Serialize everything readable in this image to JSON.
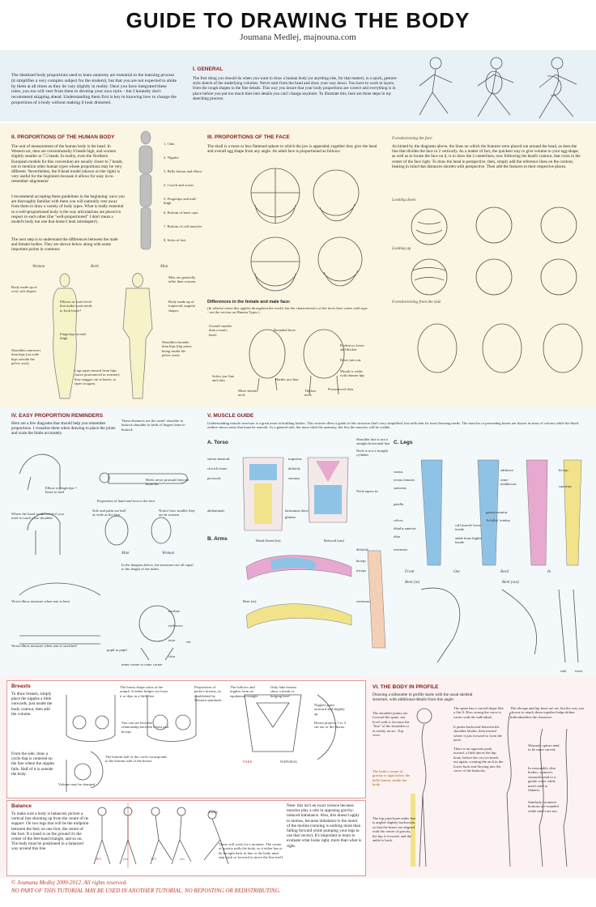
{
  "header": {
    "title": "GUIDE TO DRAWING THE BODY",
    "author": "Joumana Medlej, majnouna.com"
  },
  "intro": "The idealised body proportions used to learn anatomy are essential to the learning process (it simplifies a very complex subject for the student), but that you are not expected to abide by them at all times as they do vary slightly in reality. Once you have integrated these rules, you too will veer from them to develop your own style – but I honestly don't recommend skipping ahead. Understanding them first is key to knowing how to change the proportions of a body without making it look distorted.",
  "general": {
    "heading": "I. GENERAL",
    "text": "The first thing you should do when you want to draw a human body (or anything else, for that matter), is a quick, gesture-style sketch of the underlying volumes. Never start from the head and draw your way down. You have to work in layers, from the rough shapes to the fine details. This way you insure that your body proportions are correct and everything is in place before you put too much time into details you can't change anymore. To illustrate this, here are three steps in my sketching process:"
  },
  "proportions_body": {
    "heading": "II. PROPORTIONS OF THE HUMAN BODY",
    "text1": "The unit of measurement of the human body is the head. In Western art, men are conventionally 8 heads high, and women slightly smaller at 7.5 heads. In reality, even the Northern European models for this convention are usually closer to 7 heads, not to mention other human types whose proportions may be very different. Nevertheless, the 8-head model (shown on the right) is very useful for the beginners because it allows for easy in-to-remember alignments:",
    "text2": "I recommend accepting these guidelines in the beginning: once you are thoroughly familiar with them you will naturally veer away from them to draw a variety of body types. What is really essential to a well-proportioned body is the way articulations are placed in respect to each other (the \"well-proportioned\" I don't mean a model's body but one that doesn't look misshapen!).",
    "text3": "The next step is to understand the differences between the male and female bodies. They are shown below along with some important points in common:",
    "landmarks": [
      "1. Chin",
      "2. Nipples",
      "3. Belly button and elbow",
      "4. Crotch and wrists",
      "5. Fingertips and mid-thigh",
      "6. Bottom of knee caps",
      "7. Bottom of calf muscles",
      "8. Soles of feet"
    ],
    "labels": [
      "Woman",
      "Both",
      "Man"
    ],
    "notes": [
      "Body made up of oval, soft shapes.",
      "Elbows at waist level that make waist tends to look lower!",
      "Fingertips at mid-thigh",
      "Shoulders narrower than hips (on wide hips outside the pelvic area).",
      "Legs taper inward from hips (more pronounced in women); they stagger out at knees, to taper in again.",
      "Men are generally taller than women.",
      "Body made up of trapezoid, angular shapes.",
      "Shoulders broader than hips (hip joints being inside the pelvic area)."
    ]
  },
  "proportions_face": {
    "heading": "III. PROPORTIONS OF THE FACE",
    "text": "The skull is a more or less flattened sphere to which the jaw is appended; together they give the head and overall egg shape from any angle. An adult face is proportioned as follows:",
    "foreshortening": "Foreshortening the face",
    "fore_text": "As hinted by the diagrams above, the lines on which the features were placed run around the head, as does the line that divides the face in 2 vertically. As a matter of fact, the quickest way to give volume to your egg-shape, as well as to locate the face on it, is to draw the 2 centerlines, now following the head's contour, that cross in the center of the face right. To draw the head in perspective, then, simply add the reference lines on the contour, bearing in mind that distances shorten with perspective. Then add the features in their respective places.",
    "looking_down": "Looking down",
    "looking_up": "Looking up",
    "from_side": "Foreshortening from the side",
    "differences": "Differences in the female and male face:",
    "diff_text": "(In relative terms this applies throughout the world, but the characteristics of the faces here varies with type - see the section on Human Types.)",
    "labels": [
      "Overall smaller than a man's head.",
      "Rounded brow",
      "Eyebrows lower and thicker",
      "Brow juts out.",
      "Mouth is wider with thinner lips",
      "Softer jaw line and chin",
      "More slender neck",
      "Harder jaw line",
      "Thicker neck",
      "Pronounced chin"
    ]
  },
  "reminders": {
    "heading": "IV. EASY PROPORTION REMINDERS",
    "text": "Here are a few diagrams that should help you remember proportions. I visualize them when drawing to place the joints and scale the limbs accurately.",
    "notes": [
      "These distances are the same! shoulder to buttock shoulder to birth of fingers knee to buttock",
      "Elbow to fingertips = Knee to heel",
      "Heels never protrude beyond buttocks",
      "Proportion of hand and foot to the face",
      "Where the hand would reach if you tried to touch your shoulder",
      "Sole and palm are half as wide as the face",
      "Notice how smaller they are in women.",
      "Man",
      "Woman",
      "Wrist-elbow measure when arm is bent",
      "Wrist-elbow measure when arm is stretched",
      "In the diagram below, the measures are all equal to the length of the index",
      "hairline",
      "eyebrows",
      "nose",
      "pupil to pupil",
      "inner corner to outer corner",
      "chin",
      "ear"
    ]
  },
  "muscles": {
    "heading": "V. MUSCLE GUIDE",
    "text": "Understanding muscle structure is a great asset in building bodies. This section offers a guide to this structure that's very simplified, but sufficient for most drawing needs. The muscles or protruding bones are shown in areas of colours while the black outline shows areas that must be smooth. As a general rule, the more ideal the anatomy, the less the muscles will be visible.",
    "torso": "A. Torso",
    "arms": "B. Arms",
    "legs": "C. Legs",
    "torso_labels": [
      "sterno-mastoid",
      "clavicle bone",
      "pectorals",
      "abdominals",
      "trapezius",
      "deltoids",
      "serratus",
      "latissimus dorsi",
      "gluteus",
      "Neck is not a straight cylinder",
      "Shoulder line is not a straight horizontal line",
      "Neck tapers in"
    ],
    "arm_labels": [
      "Hand flexed (in)",
      "biceps",
      "triceps",
      "Relaxed (out)",
      "deltoids",
      "Bent (in)",
      "extensors"
    ],
    "leg_labels": [
      "vastus",
      "rectus femoris",
      "sartorius",
      "patella",
      "calves",
      "tibialis anterior",
      "tibia",
      "extensors",
      "adductor",
      "semi-tendinosus",
      "gastrocnemius",
      "Achilles' tendon",
      "calf muscle lower inside",
      "ankle bone higher inside",
      "biceps",
      "sartorius",
      "Front",
      "Out",
      "Back",
      "In",
      "Bent (in)",
      "Bent (out)",
      "side",
      "front"
    ]
  },
  "breasts": {
    "heading": "Breasts",
    "text": "To draw breasts, simply place the nipples a little outwards, just inside the body contour, then add the volume.",
    "text2": "From the side, draw a circle that is centered on the line where the nipples falls. Half of it is outside the body.",
    "labels": [
      "Volume may be changed",
      "The breast shape starts at the armpit. It either bulges out from it or dips in a little first",
      "You can see here the relationship between breast and biceps.",
      "The bottom half of the circle corresponds to the bottom side of the breast.",
      "Proportions of perfect breasts, as established by Western standards",
      "The hollows and nipples form an equilateral triangle",
      "Only fake breasts show a break or bulging here!",
      "Nipples point outward and slightly up",
      "Breast projects 1 to 3 cm out of the thorax",
      "FAKE",
      "NATURAL"
    ]
  },
  "balance": {
    "heading": "Balance",
    "text": "To make sure a body is balanced, picture a vertical line shooting up from the centre of its support. On two legs that will be the midpoint between the feet; on one foot, the centre of the foot. If a hand is on the ground it's the center of the feet-hand triangle, and so on. The body must be positioned in a balanced way around this line.",
    "marks": [
      "NO",
      "yes",
      "NO",
      "yes",
      "Emily"
    ],
    "note1": "These will work for a moment. The centre of gravity pulls the body, so it either has to be brought back in line or the body must step back or forward to move the line itself.",
    "note2": "Note: this isn't an exact science because muscles play a role in opposing gravity-induced imbalance. Also, this doesn't apply to motion, because imbalance is the motor of the motion (running is nothing more than falling forward while pumping your legs to use that vector). It's important to learn to evaluate what looks right, more than what is right."
  },
  "profile": {
    "heading": "VI. THE BODY IN PROFILE",
    "text": "Drawing a silhouette in profile starts with the usual skeletal structure, with additional details from this angle:",
    "labels": [
      "The shoulder points are forward the spine, not level with it, because the \"line\" of the shoulders is in reality an arc. Top view:",
      "The spine has a curved shape like a flat S. How strong the curve is varies with the individual.",
      "It peaks backward between the shoulder blades, then inward where it juts forward to form the neck.",
      "There is an opposite peak, inward, a little above the hip bone, before the coccyx heads out again, creating the arch in the lower back and flowing into the curve of the buttocks.",
      "The body's centre of gravity is right below the belly button, inside the body.",
      "The hip joint-knee-ankle line is angled slightly backwards, so that the knees are aligned with the centre of gravity, the hip is forward, and the ankle is back.",
      "The ribcage and hip bone are set, but the way you choose to attach them together helps define individualities the character.",
      "Women's spines tend to be more curved.",
      "In reasonably slim bodies, women's stomachs tend to a gentle curve while men's tend to flatness.",
      "Similarly, women's bottoms are rounded while men's are not."
    ]
  },
  "footer": {
    "copyright": "© Joumana Medlej 2009-2012. All rights reserved.",
    "notice": "NO PART OF THIS TUTORIAL MAY BE USED IN ANOTHER TUTORIAL. NO REPOSTING OR REDISTRIBUTING."
  },
  "colors": {
    "accent": "#8a2020",
    "band_blue": "#e8f1f6",
    "band_yellow": "#fbf6e3",
    "band_pink": "#fdeeee",
    "muscle_blue": "#8fc3e6",
    "muscle_pink": "#e7a9cf",
    "muscle_yellow": "#f1e38a"
  }
}
